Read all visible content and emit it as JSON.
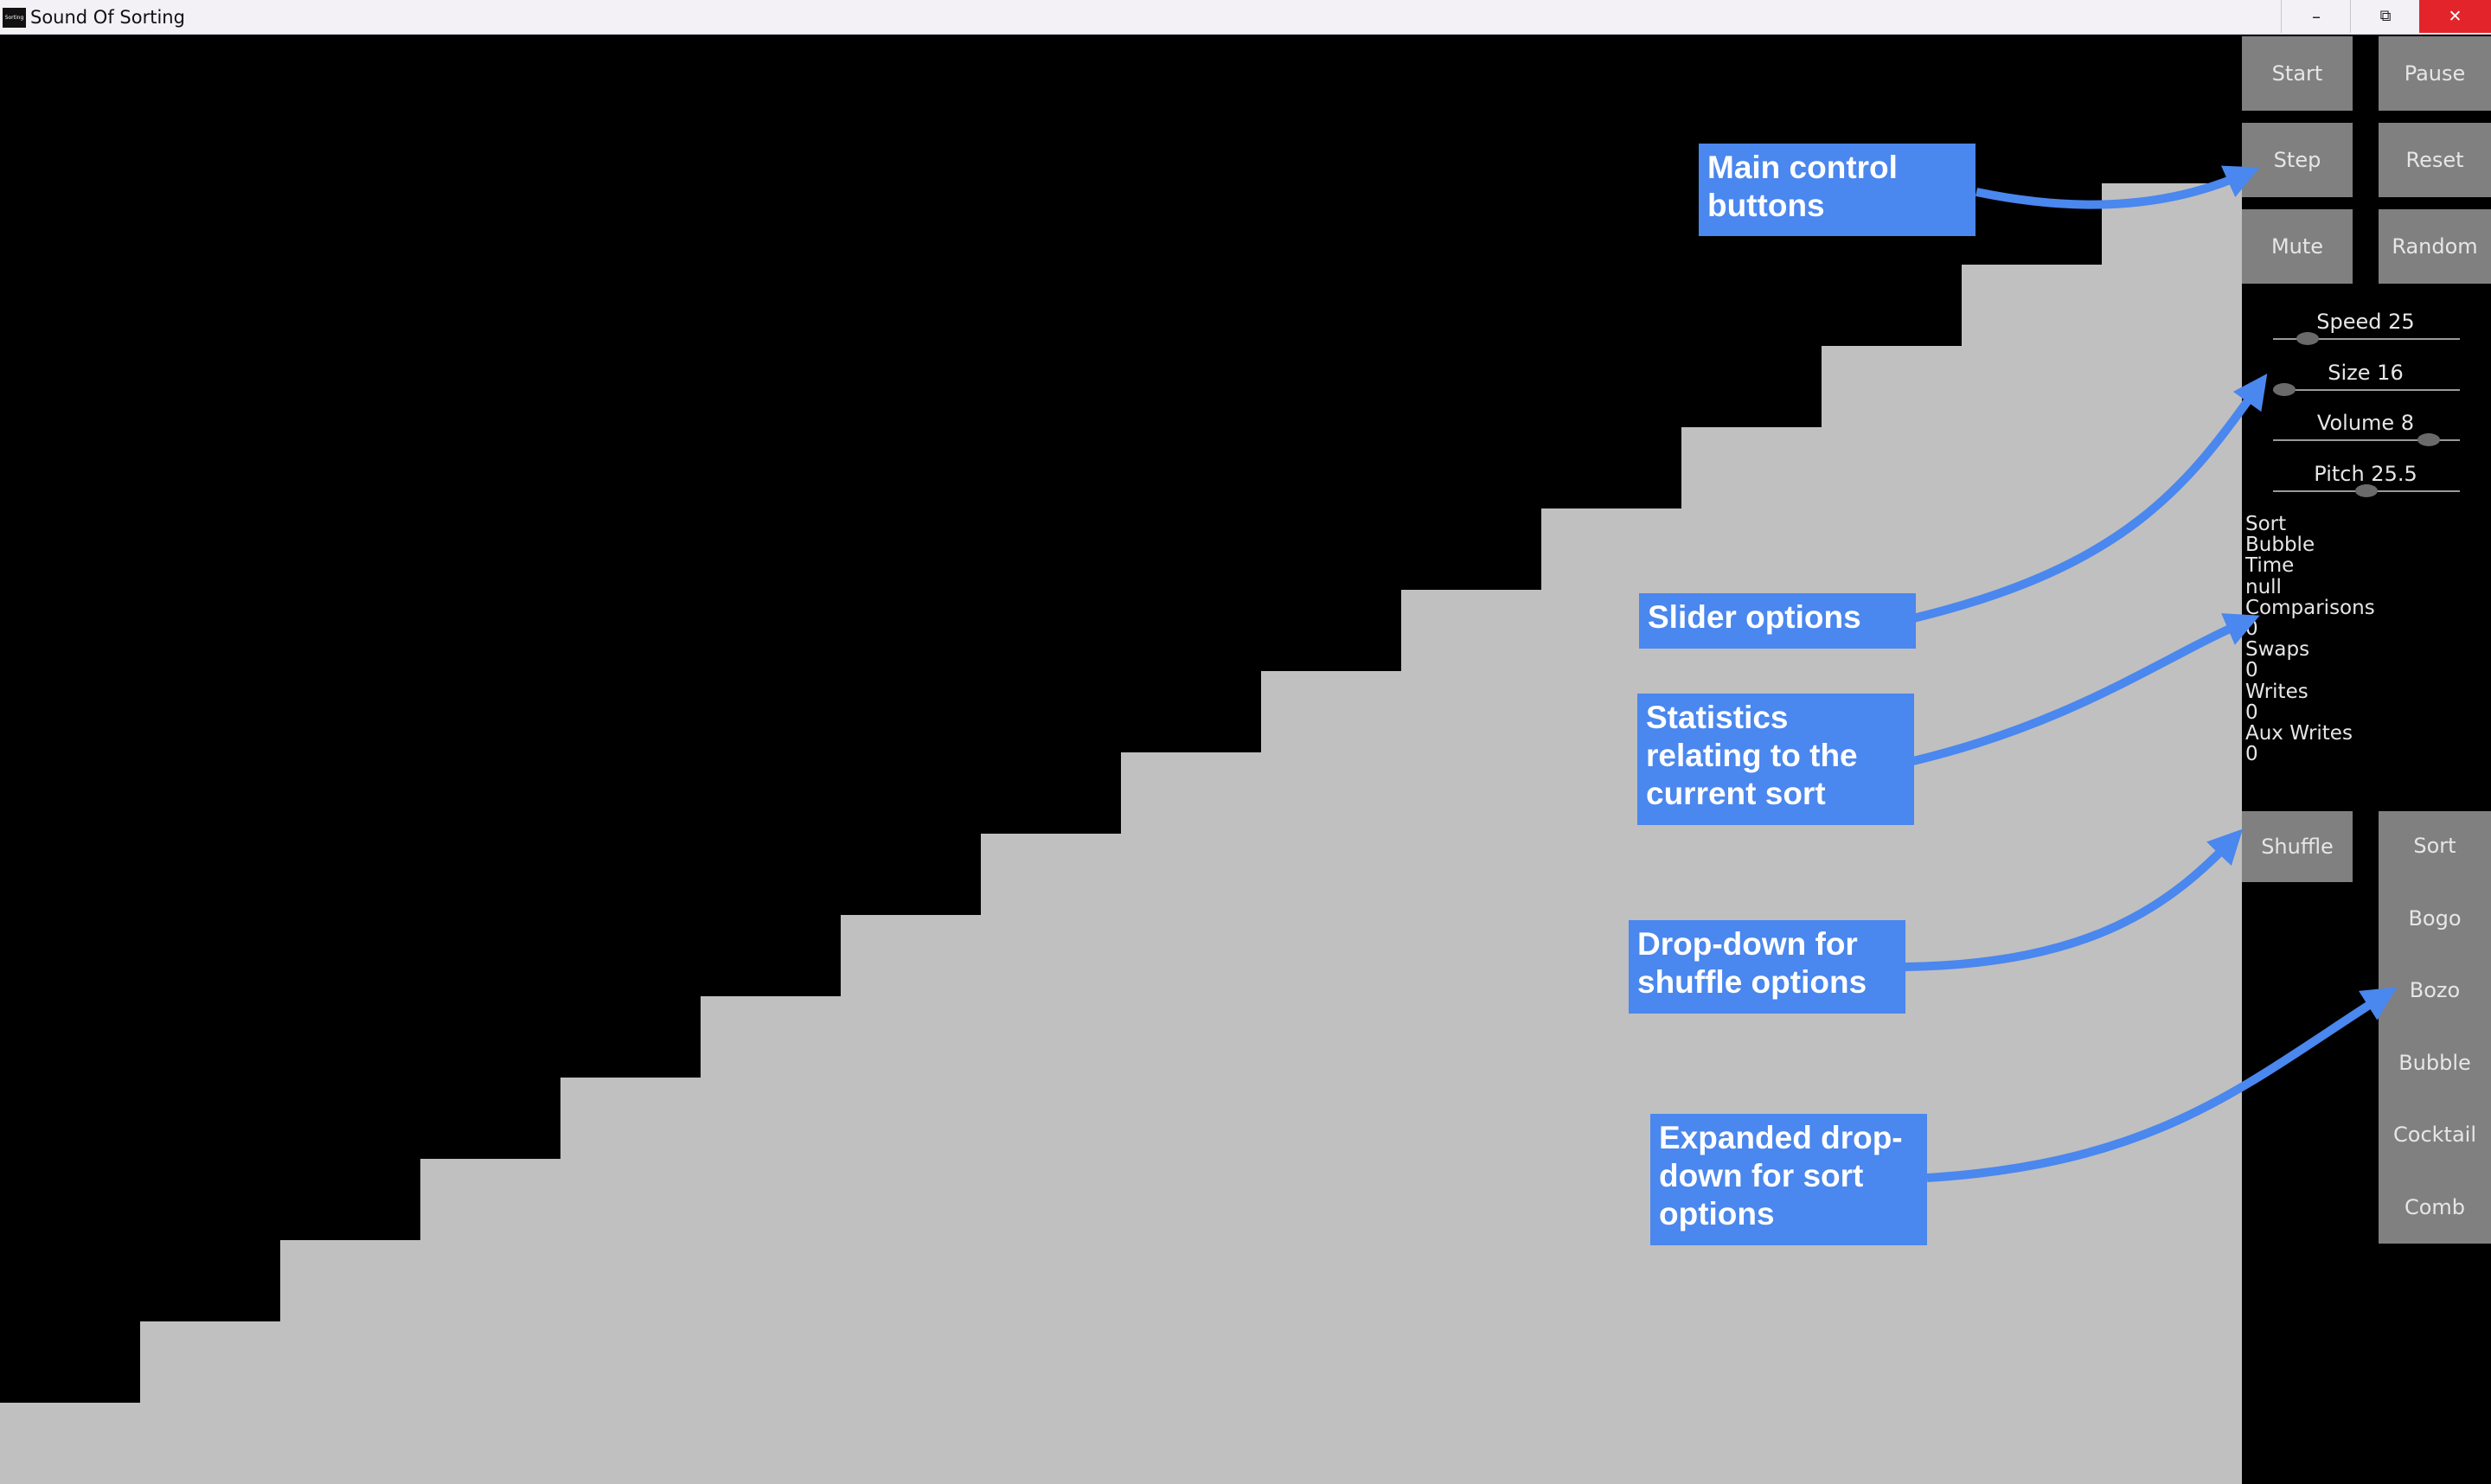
{
  "window": {
    "title": "Sound Of Sorting",
    "app_icon_text": "Sorting",
    "minimize_glyph": "–",
    "maximize_glyph": "⧉",
    "close_glyph": "✕"
  },
  "visualization": {
    "bar_count": 16,
    "values": [
      1,
      2,
      3,
      4,
      5,
      6,
      7,
      8,
      9,
      10,
      11,
      12,
      13,
      14,
      15,
      16
    ],
    "bar_color": "#c0c0c0",
    "background_color": "#000000"
  },
  "controls": {
    "start": "Start",
    "pause": "Pause",
    "step": "Step",
    "reset": "Reset",
    "mute": "Mute",
    "random": "Random"
  },
  "sliders": [
    {
      "label": "Speed 25",
      "fraction": 0.14
    },
    {
      "label": "Size 16",
      "fraction": 0.0
    },
    {
      "label": "Volume 8",
      "fraction": 0.88
    },
    {
      "label": "Pitch 25.5",
      "fraction": 0.5
    }
  ],
  "stats": [
    "Sort",
    "Bubble",
    "Time",
    "null",
    "Comparisons",
    "0",
    "Swaps",
    "0",
    "Writes",
    "0",
    "Aux Writes",
    "0"
  ],
  "shuffle_button": "Shuffle",
  "sort_dropdown": {
    "header": "Sort",
    "options": [
      "Bogo",
      "Bozo",
      "Bubble",
      "Cocktail",
      "Comb"
    ]
  },
  "annotations": {
    "main_controls": "Main control buttons",
    "slider_options": "Slider options",
    "statistics": "Statistics relating to the current sort",
    "shuffle_dropdown": "Drop-down for shuffle options",
    "sort_dropdown": "Expanded drop-down for sort options"
  },
  "colors": {
    "annotation_blue": "#4a87ee",
    "button_gray": "#808080",
    "close_red": "#e3242b"
  }
}
